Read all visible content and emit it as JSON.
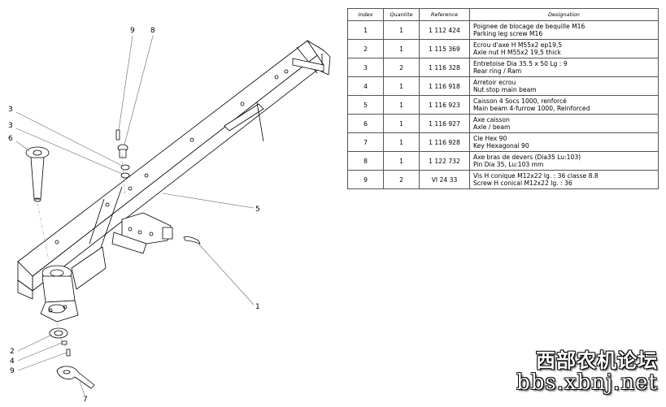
{
  "table": {
    "headers": {
      "index": "Index",
      "quantity": "Quantite",
      "reference": "Reference",
      "designation": "Designation"
    },
    "rows": [
      {
        "index": "1",
        "qty": "1",
        "ref": "1 112 424",
        "fr": "Poignee de blocage de bequille M16",
        "en": "Parking leg screw M16"
      },
      {
        "index": "2",
        "qty": "1",
        "ref": "1 115 369",
        "fr": "Ecrou d'axe  H M55x2 ep19,5",
        "en": "Axle nut  H M55x2 19,5 thick"
      },
      {
        "index": "3",
        "qty": "2",
        "ref": "1 116 328",
        "fr": "Entretoise Dia 35.5 x 50  Lg : 9",
        "en": "Rear ring / Ram"
      },
      {
        "index": "4",
        "qty": "1",
        "ref": "1 116 918",
        "fr": "Arretoir ecrou",
        "en": "Nut stop main beam"
      },
      {
        "index": "5",
        "qty": "1",
        "ref": "1 116 923",
        "fr": "Caisson 4 Socs 1000, renforcé",
        "en": "Main beam 4-furrow 1000, Reinforced"
      },
      {
        "index": "6",
        "qty": "1",
        "ref": "1 116 927",
        "fr": "Axe caisson",
        "en": "Axle / beam"
      },
      {
        "index": "7",
        "qty": "1",
        "ref": "1 116 928",
        "fr": "Cle Hex 90",
        "en": "Key Hexagonal 90"
      },
      {
        "index": "8",
        "qty": "1",
        "ref": "1 122 732",
        "fr": "Axe bras de devers  (Dia35  Lu:103)",
        "en": "Pin Dia 35, Lu:103 mm"
      },
      {
        "index": "9",
        "qty": "2",
        "ref": "VI 24 33",
        "fr": "Vis H conique M12x22    lg. : 36     classe 8.8",
        "en": "Screw H conical M12x22    lg. : 36"
      }
    ]
  },
  "callouts": {
    "c9": "9",
    "c8": "8",
    "c3a": "3",
    "c3b": "3",
    "c6": "6",
    "c5": "5",
    "c1": "1",
    "c2": "2",
    "c4": "4",
    "c9b": "9",
    "c7": "7"
  },
  "watermark": {
    "title": "西部农机论坛",
    "url": "bbs.xbnj.net"
  },
  "colors": {
    "line": "#000000",
    "leader": "#666666",
    "watermark_fill": "#ffffff"
  }
}
